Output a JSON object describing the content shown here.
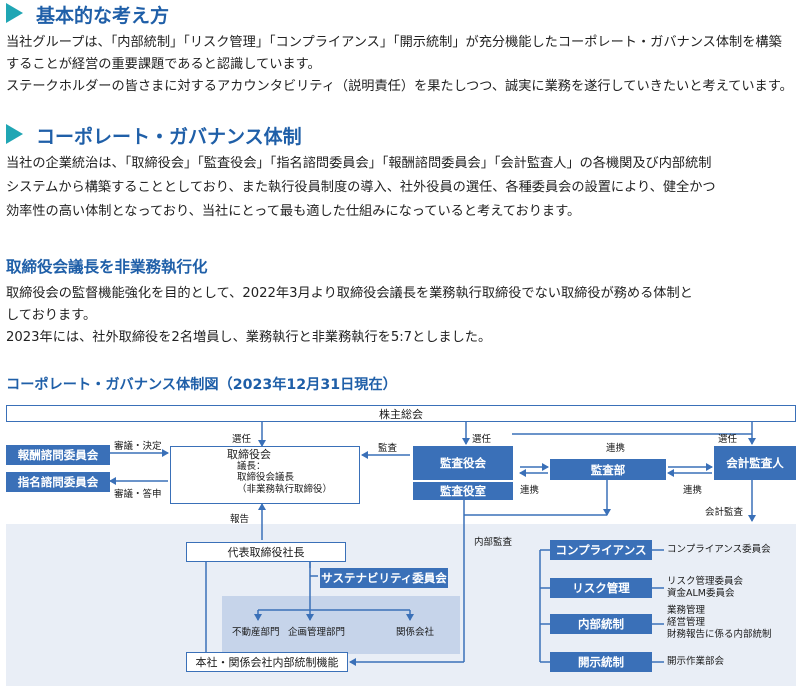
{
  "section1": {
    "heading": "基本的な考え方",
    "lines": [
      "当社グループは、「内部統制」「リスク管理」「コンプライアンス」「開示統制」が充分機能したコーポレート・ガバナンス体制を構築",
      "することが経営の重要課題であると認識しています。",
      "ステークホルダーの皆さまに対するアカウンタビリティ（説明責任）を果たしつつ、誠実に業務を遂行していきたいと考えています。"
    ]
  },
  "section2": {
    "heading": "コーポレート・ガバナンス体制",
    "lines": [
      "当社の企業統治は、「取締役会」「監査役会」「指名諮問委員会」「報酬諮問委員会」「会計監査人」の各機関及び内部統制",
      "システムから構築することとしており、また執行役員制度の導入、社外役員の選任、各種委員会の設置により、健全かつ",
      "効率性の高い体制となっており、当社にとって最も適した仕組みになっていると考えております。"
    ]
  },
  "section3": {
    "heading": "取締役会議長を非業務執行化",
    "lines": [
      "取締役会の監督機能強化を目的として、2022年3月より取締役会議長を業務執行取締役でない取締役が務める体制と",
      "しております。",
      "2023年には、社外取締役を2名増員し、業務執行と非業務執行を5:7としました。"
    ]
  },
  "diagram": {
    "title": "コーポレート・ガバナンス体制図（2023年12月31日現在）",
    "shareholders": "株主総会",
    "compensation_committee": "報酬諮問委員会",
    "nomination_committee": "指名諮問委員会",
    "board": "取締役会",
    "board_chair_lines": [
      "議長：",
      "取締役会議長",
      "（非業務執行取締役）"
    ],
    "audit_board": "監査役会",
    "audit_office": "監査役室",
    "audit_dept": "監査部",
    "accounting_auditor": "会計監査人",
    "president": "代表取締役社長",
    "sustainability": "サステナビリティ委員会",
    "internal_control_function": "本社・関係会社内部統制機能",
    "depts": [
      "不動産部門",
      "企画管理部門",
      "関係会社"
    ],
    "control_boxes": [
      "コンプライアンス",
      "リスク管理",
      "内部統制",
      "開示統制"
    ],
    "control_committees": [
      [
        "コンプライアンス委員会"
      ],
      [
        "リスク管理委員会",
        "資金ALM委員会"
      ],
      [
        "業務管理",
        "経営管理",
        "財務報告に係る内部統制"
      ],
      [
        "開示作業部会"
      ]
    ],
    "labels": {
      "deliberate_decide": "審議・決定",
      "deliberate_report": "審議・答申",
      "elect": "選任",
      "audit": "監査",
      "coordinate": "連携",
      "report": "報告",
      "internal_audit": "内部監査",
      "accounting_audit": "会計監査"
    },
    "colors": {
      "accent": "#3a70b8",
      "panel": "#e9eef6",
      "heading": "#1f5fa8",
      "triangle": "#20a6b4"
    }
  }
}
